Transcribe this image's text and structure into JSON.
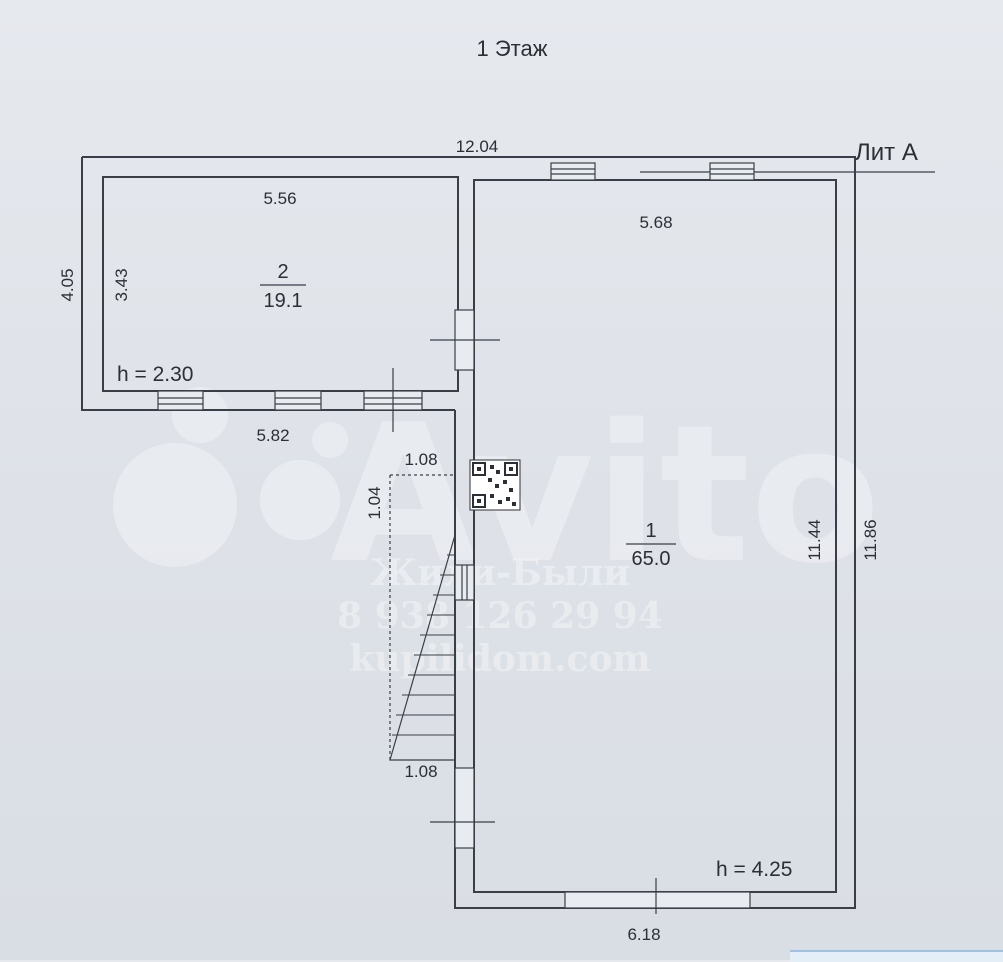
{
  "floor_title": "1 Этаж",
  "building_label": "Лит А",
  "dimensions": {
    "total_width": "12.04",
    "left_height": "4.05",
    "room2_inner_height": "3.43",
    "room2_top_width": "5.56",
    "room2_bottom_width": "5.82",
    "room1_top_width": "5.68",
    "room1_inner_height": "11.44",
    "right_height": "11.86",
    "bottom_width": "6.18",
    "stair_top_width": "1.08",
    "stair_bottom_width": "1.08",
    "stair_depth": "1.04"
  },
  "rooms": [
    {
      "number": "2",
      "area": "19.1",
      "height_label": "h = 2.30"
    },
    {
      "number": "1",
      "area": "65.0",
      "height_label": "h = 4.25"
    }
  ],
  "watermark": {
    "brand": "Avito",
    "agency": "Жили-Были",
    "phone": "8 938 126 29 94",
    "site": "kupilidom.com"
  }
}
